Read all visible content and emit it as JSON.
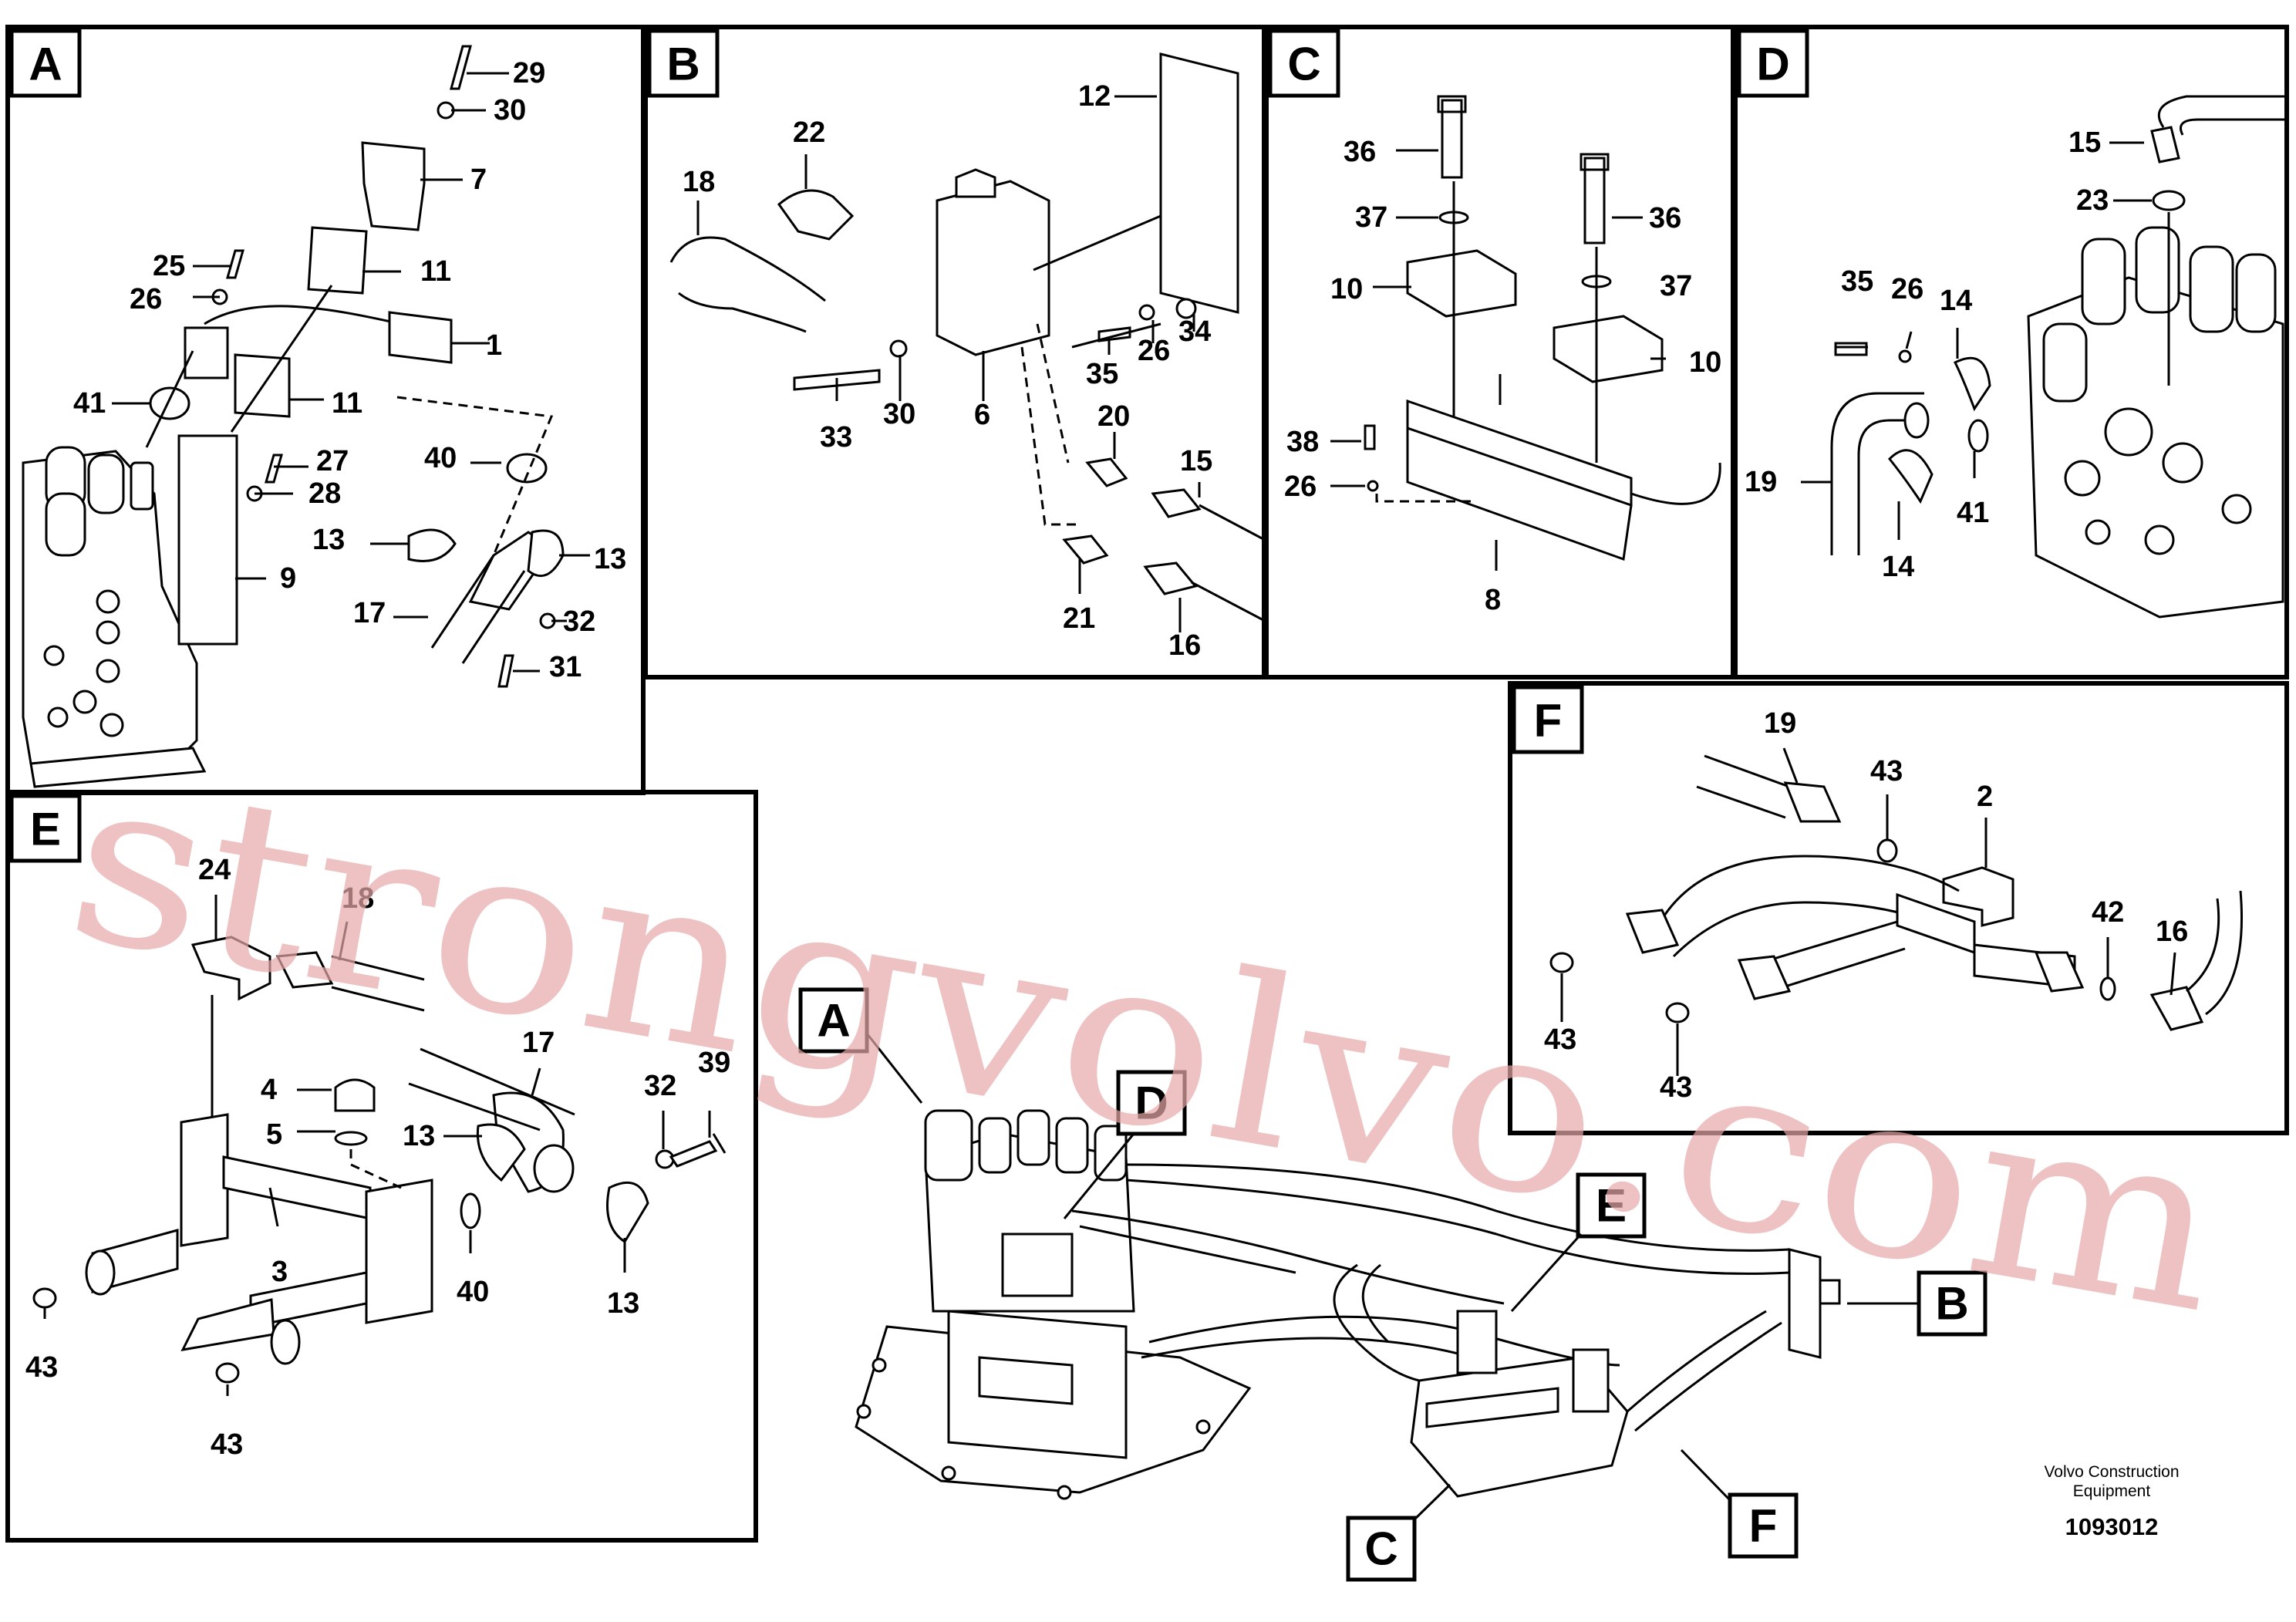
{
  "panels": {
    "A": {
      "label": "A",
      "callouts": [
        "29",
        "30",
        "7",
        "25",
        "26",
        "11",
        "1",
        "41",
        "11",
        "27",
        "28",
        "40",
        "13",
        "13",
        "9",
        "17",
        "32",
        "31"
      ]
    },
    "B": {
      "label": "B",
      "callouts": [
        "12",
        "22",
        "18",
        "35",
        "26",
        "34",
        "33",
        "30",
        "6",
        "20",
        "15",
        "21",
        "16"
      ]
    },
    "C": {
      "label": "C",
      "callouts": [
        "36",
        "37",
        "10",
        "36",
        "37",
        "10",
        "38",
        "26",
        "8"
      ]
    },
    "D": {
      "label": "D",
      "callouts": [
        "15",
        "23",
        "35",
        "26",
        "14",
        "19",
        "41",
        "14"
      ]
    },
    "E": {
      "label": "E",
      "callouts": [
        "24",
        "18",
        "17",
        "4",
        "5",
        "13",
        "32",
        "39",
        "3",
        "40",
        "13",
        "43",
        "43"
      ]
    },
    "F": {
      "label": "F",
      "callouts": [
        "19",
        "43",
        "2",
        "42",
        "16",
        "43",
        "43"
      ]
    }
  },
  "overview": {
    "tags": [
      "A",
      "D",
      "E",
      "B",
      "C",
      "F"
    ]
  },
  "watermark": "strongvolvo.com",
  "credit": {
    "line1": "Volvo Construction",
    "line2": "Equipment",
    "code": "1093012"
  }
}
